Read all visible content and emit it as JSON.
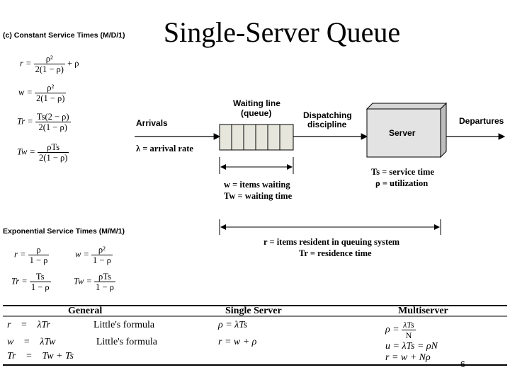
{
  "title": "Single-Server Queue",
  "md1": {
    "heading": "(c) Constant Service Times (M/D/1)",
    "r_lhs": "r =",
    "r_num": "ρ²",
    "r_den": "2(1 − ρ)",
    "r_tail": "+ ρ",
    "w_lhs": "w =",
    "w_num": "ρ²",
    "w_den": "2(1 − ρ)",
    "tr_lhs": "Tr =",
    "tr_num": "Ts(2 − ρ)",
    "tr_den": "2(1 − ρ)",
    "tw_lhs": "Tw =",
    "tw_num": "ρTs",
    "tw_den": "2(1 − ρ)"
  },
  "mm1": {
    "heading": "Exponential Service Times (M/M/1)",
    "r_lhs": "r =",
    "r_num": "ρ",
    "r_den": "1 − ρ",
    "w_lhs": "w =",
    "w_num": "ρ²",
    "w_den": "1 − ρ",
    "tr_lhs": "Tr =",
    "tr_num": "Ts",
    "tr_den": "1 − ρ",
    "tw_lhs": "Tw =",
    "tw_num": "ρTs",
    "tw_den": "1 − ρ"
  },
  "diagram": {
    "waiting_line": "Waiting line",
    "queue": "(queue)",
    "dispatching": "Dispatching",
    "discipline": "discipline",
    "server": "Server",
    "departures": "Departures",
    "arrivals": "Arrivals",
    "arrival_rate": "λ = arrival rate",
    "ts_label": "Ts = service time",
    "rho_label": "ρ = utilization",
    "w_items": "w = items waiting",
    "tw_time": "Tw = waiting time",
    "r_items": "r = items resident in queuing system",
    "tr_time": "Tr = residence time"
  },
  "table": {
    "head_general": "General",
    "head_single": "Single Server",
    "head_multi": "Multiserver",
    "g_row1": [
      "r",
      "=",
      "λTr",
      "Little's formula"
    ],
    "g_row2": [
      "w",
      "=",
      "λTw",
      "Little's formula"
    ],
    "g_row3": [
      "Tr",
      "=",
      "Tw + Ts"
    ],
    "s_row1": "ρ = λTs",
    "s_row2": "r = w + ρ",
    "m_row1_lhs": "ρ =",
    "m_row1_num": "λTs",
    "m_row1_den": "N",
    "m_row2": "u = λTs = ρN",
    "m_row3": "r = w + Nρ"
  },
  "page_number": "6"
}
